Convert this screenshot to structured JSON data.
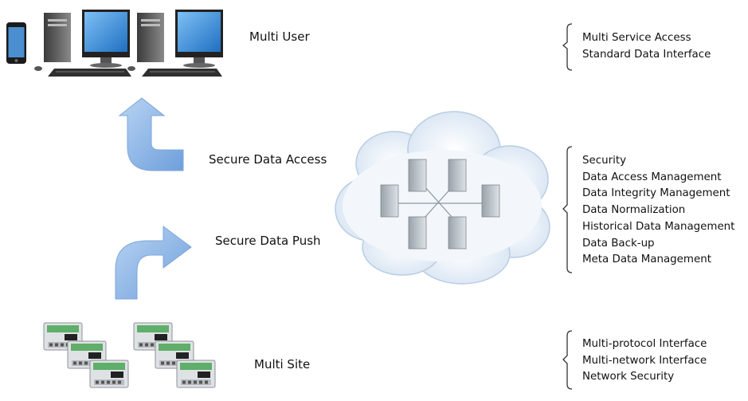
{
  "labels": {
    "multi_user": "Multi User",
    "secure_access": "Secure Data Access",
    "secure_push": "Secure Data Push",
    "multi_site": "Multi Site"
  },
  "groups": {
    "user_features": [
      "Multi Service Access",
      "Standard Data Interface"
    ],
    "cloud_features": [
      "Security",
      "Data Access Management",
      "Data Integrity Management",
      "Data Normalization",
      "Historical Data Management",
      "Data Back-up",
      "Meta Data Management"
    ],
    "site_features": [
      "Multi-protocol Interface",
      "Multi-network Interface",
      "Network Security"
    ]
  },
  "colors": {
    "arrow": "#8fb8ea",
    "cloud": "#e6eff8",
    "monitor_screen": "#3f8fd8",
    "device_body": "#d9dcdf",
    "device_panel": "#5fae6a"
  },
  "icons": [
    "smartphone-icon",
    "desktop-computer-icon",
    "cloud-icon",
    "server-icon",
    "field-device-icon",
    "arrow-icon"
  ]
}
